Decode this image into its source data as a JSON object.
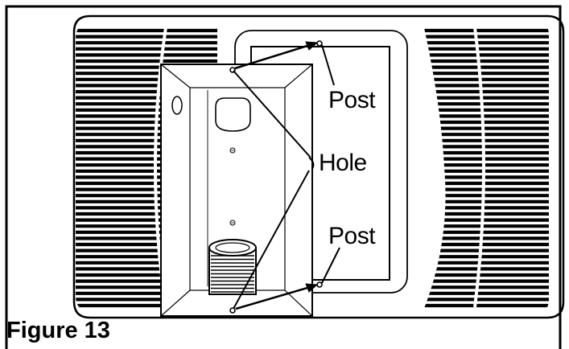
{
  "figure": {
    "caption": "Figure 13",
    "labels": {
      "post_top": "Post",
      "hole": "Hole",
      "post_bottom": "Post"
    }
  }
}
